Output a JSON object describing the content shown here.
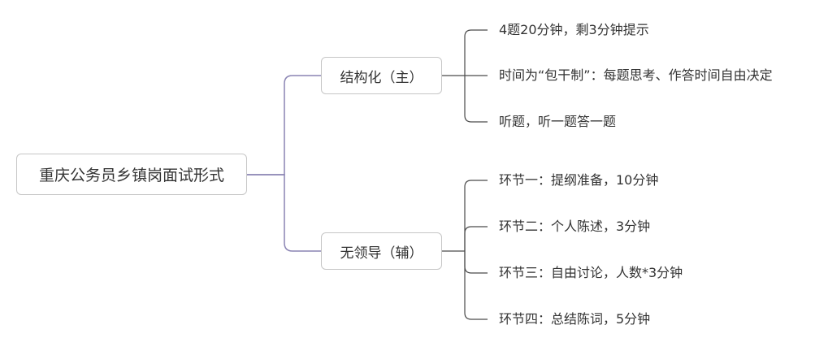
{
  "root": {
    "label": "重庆公务员乡镇岗面试形式"
  },
  "branches": [
    {
      "label": "结构化（主）",
      "leaves": [
        "4题20分钟，剩3分钟提示",
        "时间为“包干制”：每题思考、作答时间自由决定",
        "听题，听一题答一题"
      ]
    },
    {
      "label": "无领导（辅）",
      "leaves": [
        "环节一：提纲准备，10分钟",
        "环节二：个人陈述，3分钟",
        "环节三：自由讨论，人数*3分钟",
        "环节四：总结陈词，5分钟"
      ]
    }
  ],
  "colors": {
    "connector_main": "#8a84b3",
    "connector_leaf": "#4a4a4a",
    "node_border": "#c6c6c6",
    "text": "#333333"
  }
}
